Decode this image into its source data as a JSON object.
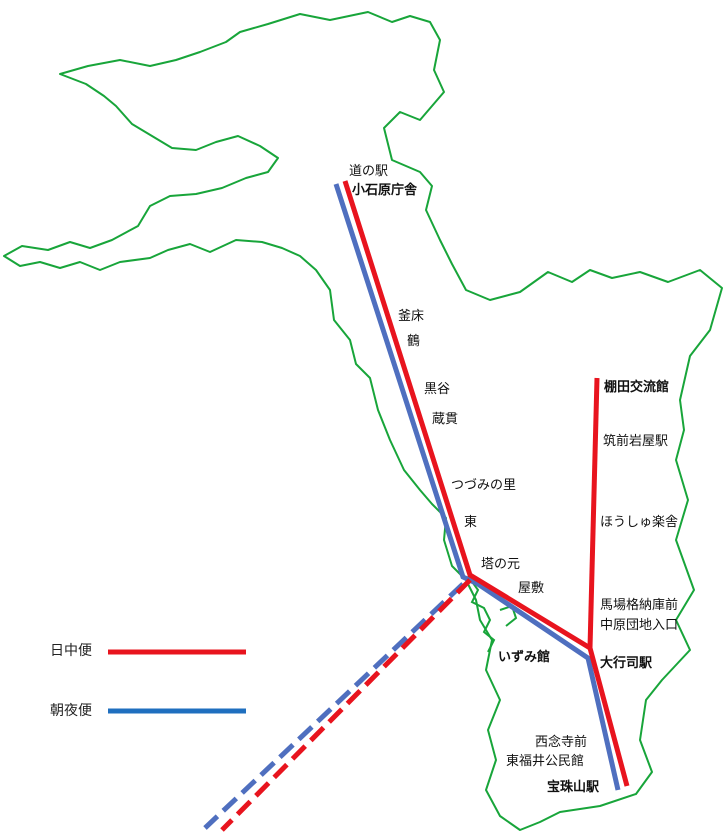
{
  "colors": {
    "boundary": "#18a53a",
    "daytime": "#e8141e",
    "morning_evening": "#4f6fbf",
    "legend_morning_evening": "#1f6fbf"
  },
  "legend": {
    "daytime_label": "日中便",
    "morning_evening_label": "朝夜便"
  },
  "stops": {
    "michinoeki": "道の駅",
    "koishiwara": "小石原庁舎",
    "kamatoko": "釜床",
    "tsuru": "鶴",
    "kurotani": "黒谷",
    "kurannuki": "蔵貫",
    "tsuzumi": "つづみの里",
    "higashi": "東",
    "tounomoto": "塔の元",
    "yashiki": "屋敷",
    "izumikan": "いずみ館",
    "tanada": "棚田交流館",
    "chikuzen_iwaya": "筑前岩屋駅",
    "houshu": "ほうしゅ楽舎",
    "bajo": "馬場格納庫前",
    "nakabaru": "中原団地入口",
    "daigyoji": "大行司駅",
    "sainenji": "西念寺前",
    "higashifukui": "東福井公民館",
    "houshuyama": "宝珠山駅"
  }
}
